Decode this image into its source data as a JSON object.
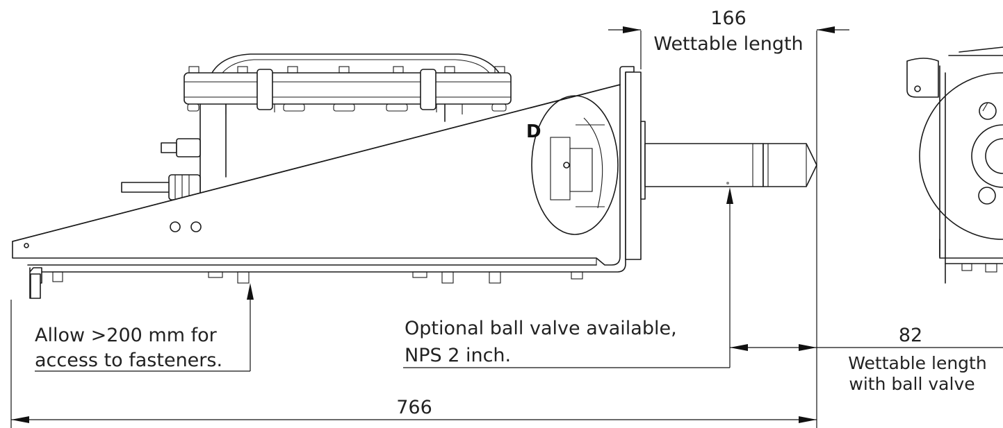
{
  "dimensions": {
    "wettable_value": "166",
    "wettable_label": "Wettable length",
    "ballvalve_value": "82",
    "ballvalve_label_line1": "Wettable length",
    "ballvalve_label_line2": "with ball valve",
    "overall_value": "766"
  },
  "callouts": {
    "access_line1": "Allow >200 mm for",
    "access_line2": "access to fasteners.",
    "valve_line1": "Optional ball valve available,",
    "valve_line2": "NPS 2 inch."
  },
  "detail_label": "D"
}
